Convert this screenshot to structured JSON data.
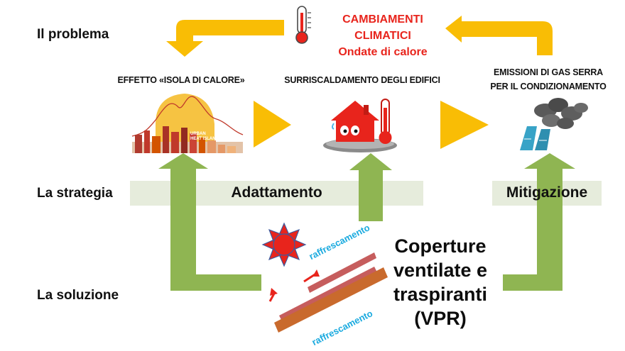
{
  "rows": {
    "problem": "Il problema",
    "strategy": "La strategia",
    "solution": "La soluzione"
  },
  "top_box": {
    "line1": "CAMBIAMENTI",
    "line2": "CLIMATICI",
    "line3": "Ondate di calore"
  },
  "stages": {
    "heat_island": "EFFETTO «ISOLA DI CALORE»",
    "overheating": "SURRISCALDAMENTO DEGLI EDIFICI",
    "emissions_line1": "EMISSIONI DI GAS SERRA",
    "emissions_line2": "PER IL CONDIZIONAMENTO"
  },
  "strategy": {
    "adaptation": "Adattamento",
    "mitigation": "Mitigazione"
  },
  "solution": {
    "title_line1": "Coperture",
    "title_line2": "ventilate e",
    "title_line3": "traspiranti",
    "title_line4": "(VPR)",
    "cooling_label": "raffrescamento"
  },
  "heat_island_sign": {
    "line1": "URBAN",
    "line2": "HEAT ISLAND"
  },
  "colors": {
    "yellow_arrow": "#f9bd05",
    "green_arrow": "#8fb552",
    "band": "#e6ecdc",
    "red": "#e8241c",
    "cyan": "#1aaadf",
    "roof_brown": "#c96a2d",
    "roof_pink": "#c65d5d"
  },
  "icons": [
    "thermometer-icon",
    "urban-heat-island-icon",
    "house-thermometer-icon",
    "factory-smoke-icon",
    "sun-icon",
    "roof-section-icon"
  ]
}
